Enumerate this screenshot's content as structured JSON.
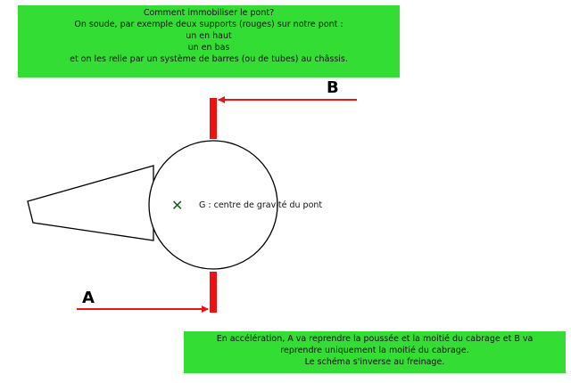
{
  "top_note": {
    "lines": [
      "Comment immobiliser le pont?",
      "On soude, par exemple deux supports (rouges) sur notre pont :",
      "un en haut",
      "un en bas",
      "et on les relie par un système de barres (ou de tubes) au châssis."
    ]
  },
  "diagram": {
    "label_a": "A",
    "label_b": "B",
    "center_marker": "✕",
    "center_label": "G : centre de gravité du pont",
    "colors": {
      "support": "#ee1111",
      "marker": "#1a5c1a",
      "box": "#33dd33"
    }
  },
  "bottom_note": {
    "lines": [
      "En accélération, A va reprendre la poussée et la moitié du cabrage et B va",
      "reprendre uniquement la moitié du cabrage.",
      "Le schéma s'inverse au freinage."
    ]
  }
}
